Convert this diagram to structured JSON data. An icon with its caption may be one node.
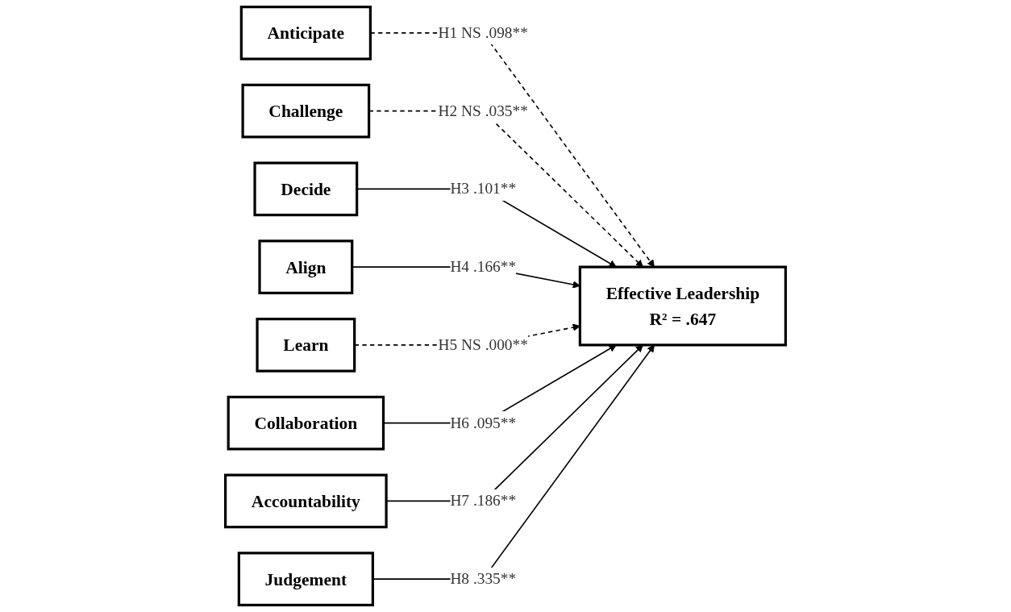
{
  "diagram": {
    "nodes": [
      {
        "text": [
          "Anticipate"
        ]
      },
      {
        "text": [
          "Challenge"
        ]
      },
      {
        "text": [
          "Decide"
        ]
      },
      {
        "text": [
          "Align"
        ]
      },
      {
        "text": [
          "Learn"
        ]
      },
      {
        "text": [
          "Effective Leadership",
          "R² = .647"
        ]
      },
      {
        "text": [
          "Collaboration"
        ]
      },
      {
        "text": [
          "Accountability"
        ]
      },
      {
        "text": [
          "Judgement"
        ]
      }
    ],
    "edges": [
      {
        "from": 0,
        "to": 5,
        "arrow": "to",
        "label": "H1 NS .098**",
        "style": "dashed"
      },
      {
        "from": 1,
        "to": 5,
        "arrow": "to",
        "label": "H2 NS .035**",
        "style": "dashed"
      },
      {
        "from": 2,
        "to": 5,
        "arrow": "to",
        "label": "H3 .101**"
      },
      {
        "from": 3,
        "to": 5,
        "arrow": "to",
        "label": "H4 .166**"
      },
      {
        "from": 4,
        "to": 5,
        "arrow": "to",
        "label": "H5 NS .000**",
        "style": "dashed"
      },
      {
        "from": 6,
        "to": 5,
        "arrow": "to",
        "label": "H6 .095**"
      },
      {
        "from": 7,
        "to": 5,
        "arrow": "to",
        "label": "H7 .186**"
      },
      {
        "from": 8,
        "to": 5,
        "arrow": "to",
        "label": "H8 .335**"
      }
    ]
  }
}
